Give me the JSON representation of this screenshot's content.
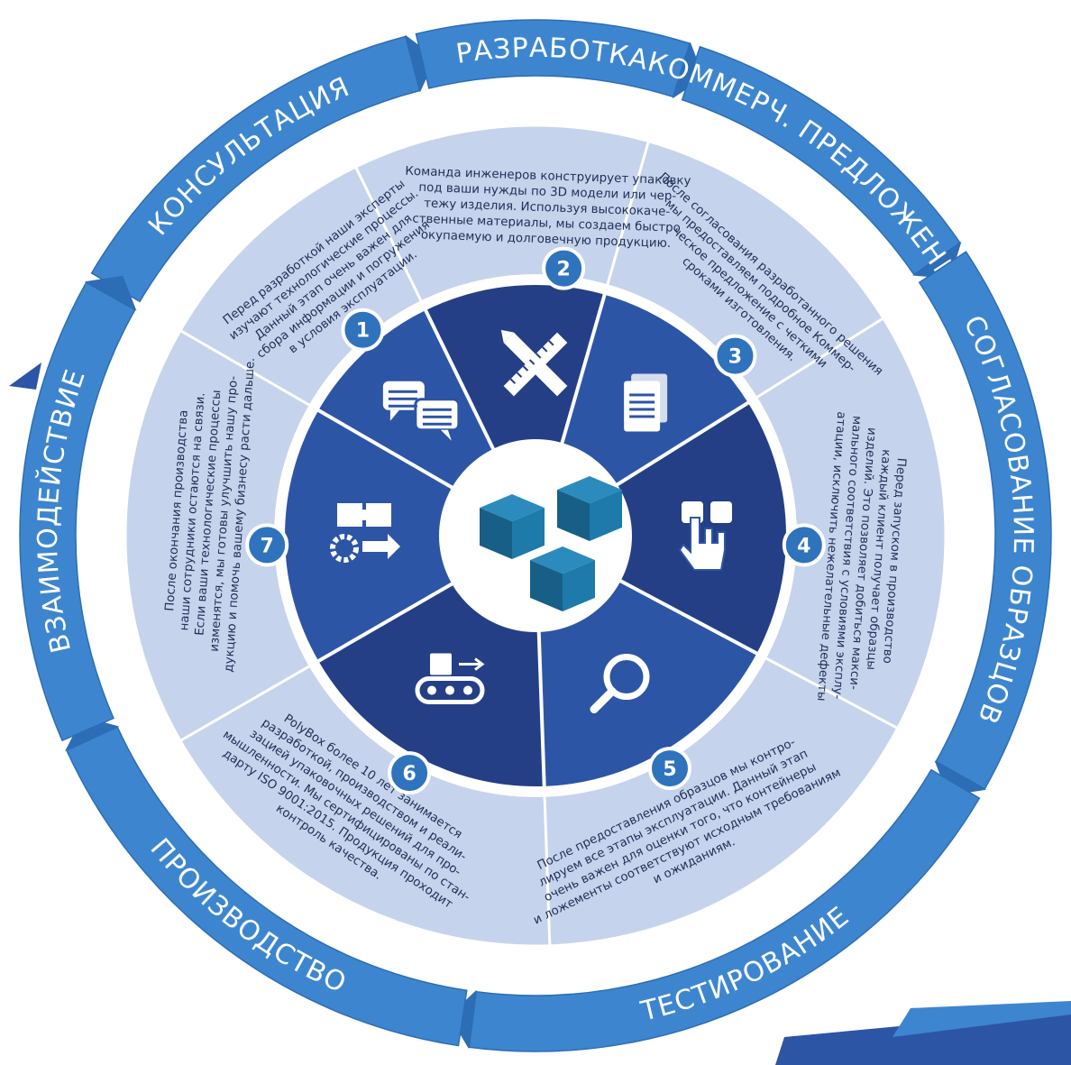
{
  "colors": {
    "outer_ring": "#3d86cf",
    "outer_ring_edge": "#2d6db5",
    "segment_light": "#c6d3ec",
    "inner_dark": "#2d55a5",
    "inner_mid": "#243f86",
    "number_badge": "#2f73bd",
    "cube_dark": "#175f87",
    "cube_light": "#2b8bbd"
  },
  "stages": [
    {
      "label": "КОНСУЛЬТАЦИЯ",
      "number": "1",
      "icon": "chat-bubbles-icon",
      "text": [
        "Перед разработкой наши эксперты",
        "изучают технологические процессы.",
        "Данный этап очень важен для",
        "сбора информации и погружения",
        "в условия эксплуатации."
      ]
    },
    {
      "label": "РАЗРАБОТКА",
      "number": "2",
      "icon": "pencil-ruler-icon",
      "text": [
        "Команда инженеров конструирует упаковку",
        "под ваши нужды по 3D модели или чер-",
        "тежу изделия. Используя высококаче-",
        "ственные материалы, мы создаем быстро",
        "окупаемую и долговечную продукцию."
      ]
    },
    {
      "label": "КОММЕРЧ. ПРЕДЛОЖЕНИЕ",
      "number": "3",
      "icon": "documents-icon",
      "text": [
        "После согласования разработанного решения",
        "мы предоставляем подробное Коммер-",
        "ческое предложение с четкими",
        "сроками изготовления."
      ]
    },
    {
      "label": "СОГЛАСОВАНИЕ ОБРАЗЦОВ",
      "number": "4",
      "icon": "touch-select-icon",
      "text": [
        "Перед запуском в производство",
        "каждый клиент получает образцы",
        "изделий. Это позволяет добиться макси-",
        "мального соответствия с условиями эксплу-",
        "атации, исключить нежелательные дефекты"
      ]
    },
    {
      "label": "ТЕСТИРОВАНИЕ",
      "number": "5",
      "icon": "magnifier-icon",
      "text": [
        "После предоставления образцов мы контро-",
        "лируем все этапы эксплуатации. Данный этап",
        "очень важен для оценки того, что контейнеры",
        "и ложементы соответствуют исходным требованиям",
        "и ожиданиям."
      ]
    },
    {
      "label": "ПРОИЗВОДСТВО",
      "number": "6",
      "icon": "conveyor-icon",
      "text": [
        "PolyBox более 10 лет занимается",
        "разработкой, производством и реали-",
        "зацией упаковочных решений для про-",
        "мышленности. Мы сертифицированы по стан-",
        "дарту ISO 9001:2015. Продукция проходит",
        "контроль качества."
      ]
    },
    {
      "label": "ВЗАИМОДЕЙСТВИЕ",
      "number": "7",
      "icon": "puzzle-gear-icon",
      "text": [
        "После окончания производства",
        "наши сотрудники остаются на связи.",
        "Если ваши технологические процессы",
        "изменятся, мы готовы улучшить нашу про-",
        "дукцию и помочь вашему бизнесу расти дальше."
      ]
    }
  ],
  "center_icon": "cubes-icon"
}
